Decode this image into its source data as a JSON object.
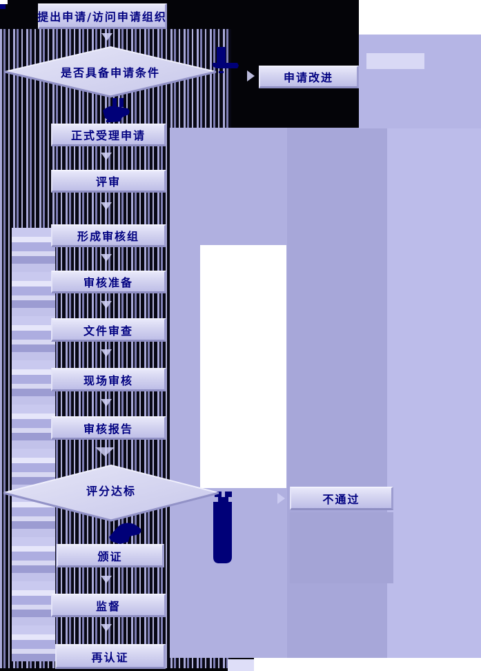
{
  "page": {
    "type": "certification-process-flowchart",
    "background_color": "#040408"
  },
  "flowchart": {
    "nodes": {
      "start": {
        "label": "提出申请/访问申请组织",
        "shape": "rect"
      },
      "decision1": {
        "label": "是否具备申请条件",
        "shape": "diamond"
      },
      "improve": {
        "label": "申请改进",
        "shape": "rect"
      },
      "accept": {
        "label": "正式受理申请",
        "shape": "rect"
      },
      "review": {
        "label": "评审",
        "shape": "rect"
      },
      "team": {
        "label": "形成审核组",
        "shape": "rect"
      },
      "prepare": {
        "label": "审核准备",
        "shape": "rect"
      },
      "docreview": {
        "label": "文件审查",
        "shape": "rect"
      },
      "onsite": {
        "label": "现场审核",
        "shape": "rect"
      },
      "report": {
        "label": "审核报告",
        "shape": "rect"
      },
      "decision2": {
        "label": "评分达标",
        "shape": "diamond"
      },
      "fail": {
        "label": "不通过",
        "shape": "rect"
      },
      "certify": {
        "label": "颁证",
        "shape": "rect"
      },
      "supervise": {
        "label": "监督",
        "shape": "rect"
      },
      "recert": {
        "label": "再认证",
        "shape": "rect"
      }
    },
    "edges": [
      {
        "from": "start",
        "to": "decision1"
      },
      {
        "from": "decision1",
        "to": "improve",
        "branch": "no"
      },
      {
        "from": "decision1",
        "to": "accept",
        "branch": "yes"
      },
      {
        "from": "accept",
        "to": "review"
      },
      {
        "from": "review",
        "to": "team"
      },
      {
        "from": "team",
        "to": "prepare"
      },
      {
        "from": "prepare",
        "to": "docreview"
      },
      {
        "from": "docreview",
        "to": "onsite"
      },
      {
        "from": "onsite",
        "to": "report"
      },
      {
        "from": "report",
        "to": "decision2"
      },
      {
        "from": "decision2",
        "to": "fail",
        "branch": "no"
      },
      {
        "from": "decision2",
        "to": "certify",
        "branch": "yes"
      },
      {
        "from": "certify",
        "to": "supervise"
      },
      {
        "from": "supervise",
        "to": "recert"
      }
    ],
    "icons": {
      "connector": "down-arrow",
      "branch_connector": "right-arrow",
      "decision1_no_glyph": "ink-blob",
      "decision1_yes_glyph": "ink-blob",
      "decision2_no_glyph": "tall-ink-bar",
      "decision2_yes_glyph": "ink-blob"
    },
    "colors": {
      "node_fill_light": "#e8e8fa",
      "node_fill_dark": "#bebee7",
      "bevel_light": "#f3f3fd",
      "bevel_dark": "#8f8fc3",
      "text": "#000080",
      "glyph_ink": "#000078",
      "field_lavender": "#b2b2e2",
      "background": "#040408",
      "white_patch": "#ffffff"
    }
  }
}
